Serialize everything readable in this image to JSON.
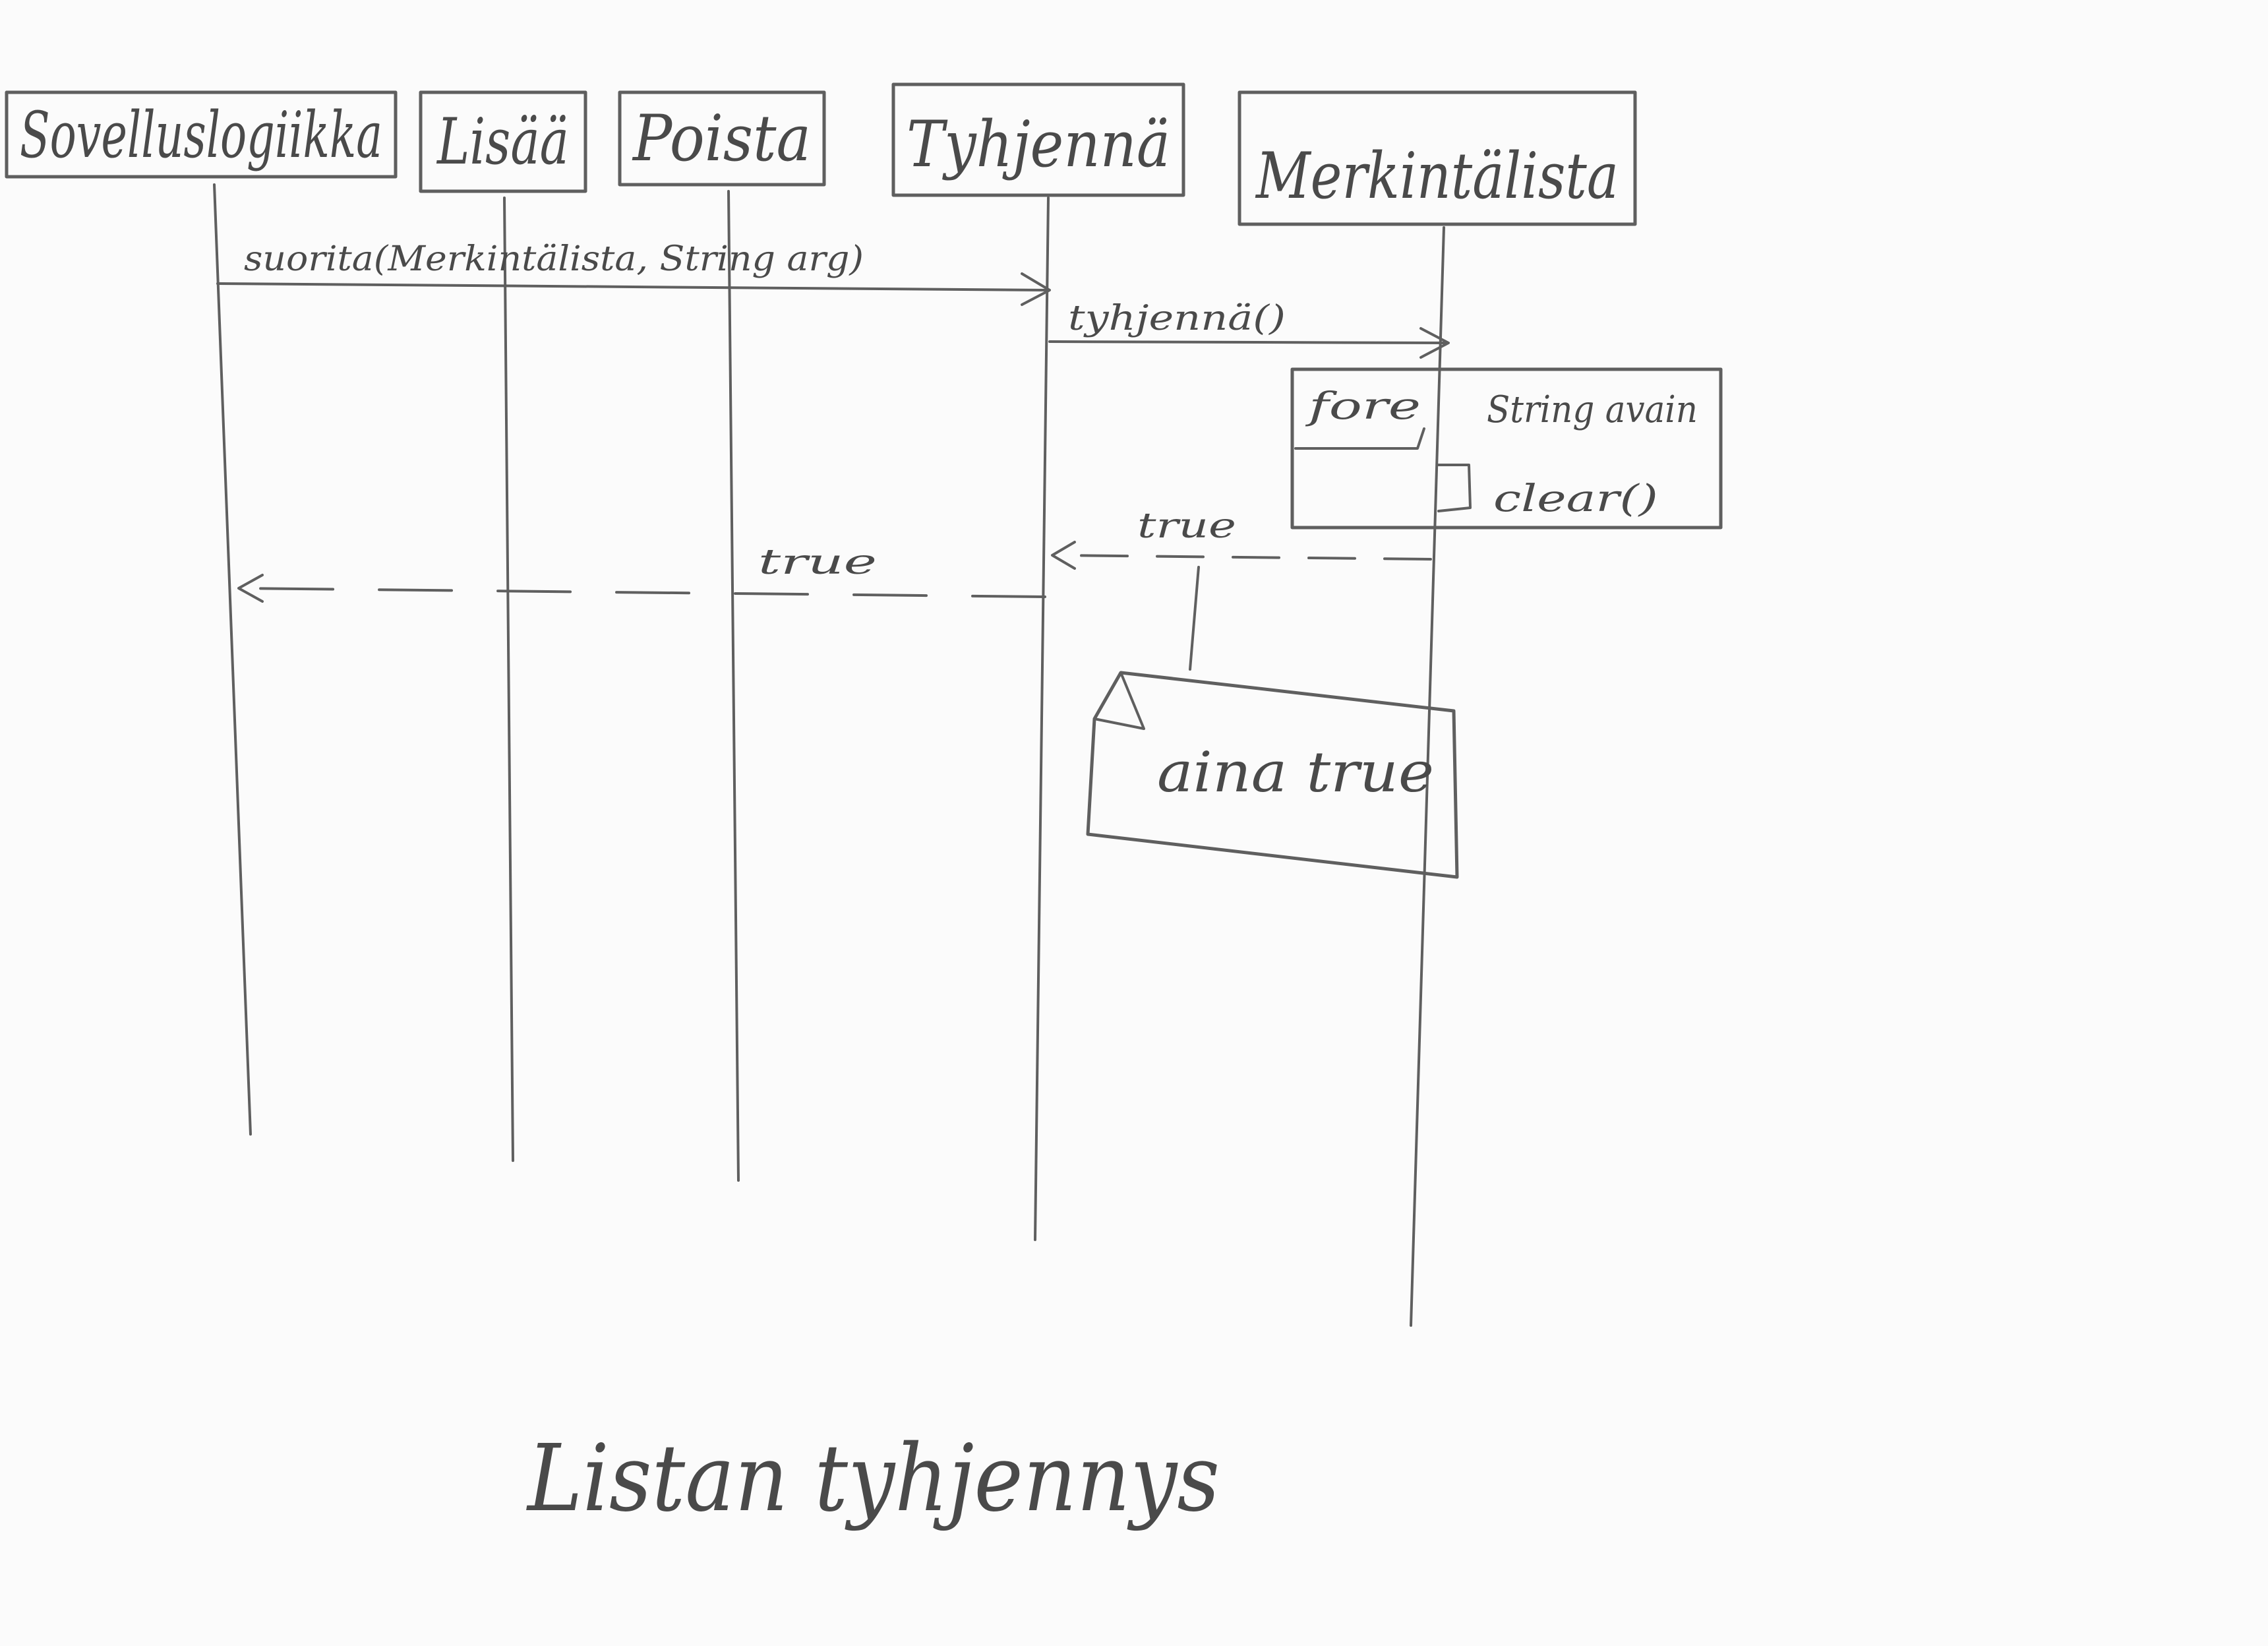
{
  "participants": [
    {
      "id": "sovelluslogiikka",
      "label": "Sovelluslogiikka"
    },
    {
      "id": "lisaa",
      "label": "Lisää"
    },
    {
      "id": "poista",
      "label": "Poista"
    },
    {
      "id": "tyhjenna",
      "label": "Tyhjennä"
    },
    {
      "id": "merkintalista",
      "label": "Merkintälista"
    }
  ],
  "messages": [
    {
      "from": "sovelluslogiikka",
      "to": "tyhjenna",
      "label": "suorita(Merkintälista, String arg)",
      "style": "solid"
    },
    {
      "from": "tyhjenna",
      "to": "merkintalista",
      "label": "tyhjennä()",
      "style": "solid"
    },
    {
      "from": "merkintalista",
      "to": "tyhjenna",
      "label": "true",
      "style": "dashed"
    },
    {
      "from": "tyhjenna",
      "to": "sovelluslogiikka",
      "label": "true",
      "style": "dashed"
    }
  ],
  "fragment": {
    "operator": "fore",
    "guard": "String avain",
    "call": "clear()"
  },
  "note": {
    "text": "aina true"
  },
  "title": "Listan tyhjennys"
}
